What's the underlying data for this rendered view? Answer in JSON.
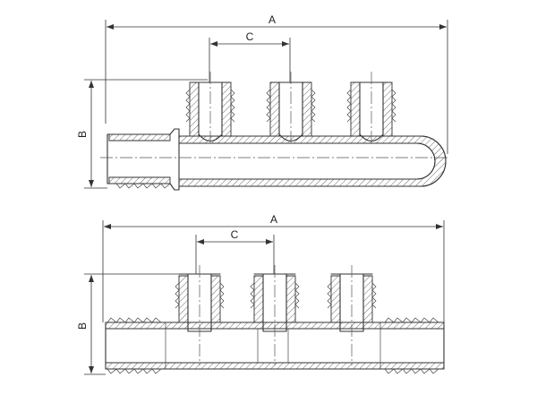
{
  "drawings": [
    {
      "name": "manifold-with-loop-end",
      "dimensions": {
        "overall_length": "A",
        "height": "B",
        "outlet_spacing": "C"
      }
    },
    {
      "name": "manifold-straight-through",
      "dimensions": {
        "overall_length": "A",
        "height": "B",
        "outlet_spacing": "C"
      }
    }
  ],
  "colors": {
    "line": "#333333",
    "background": "#ffffff"
  }
}
